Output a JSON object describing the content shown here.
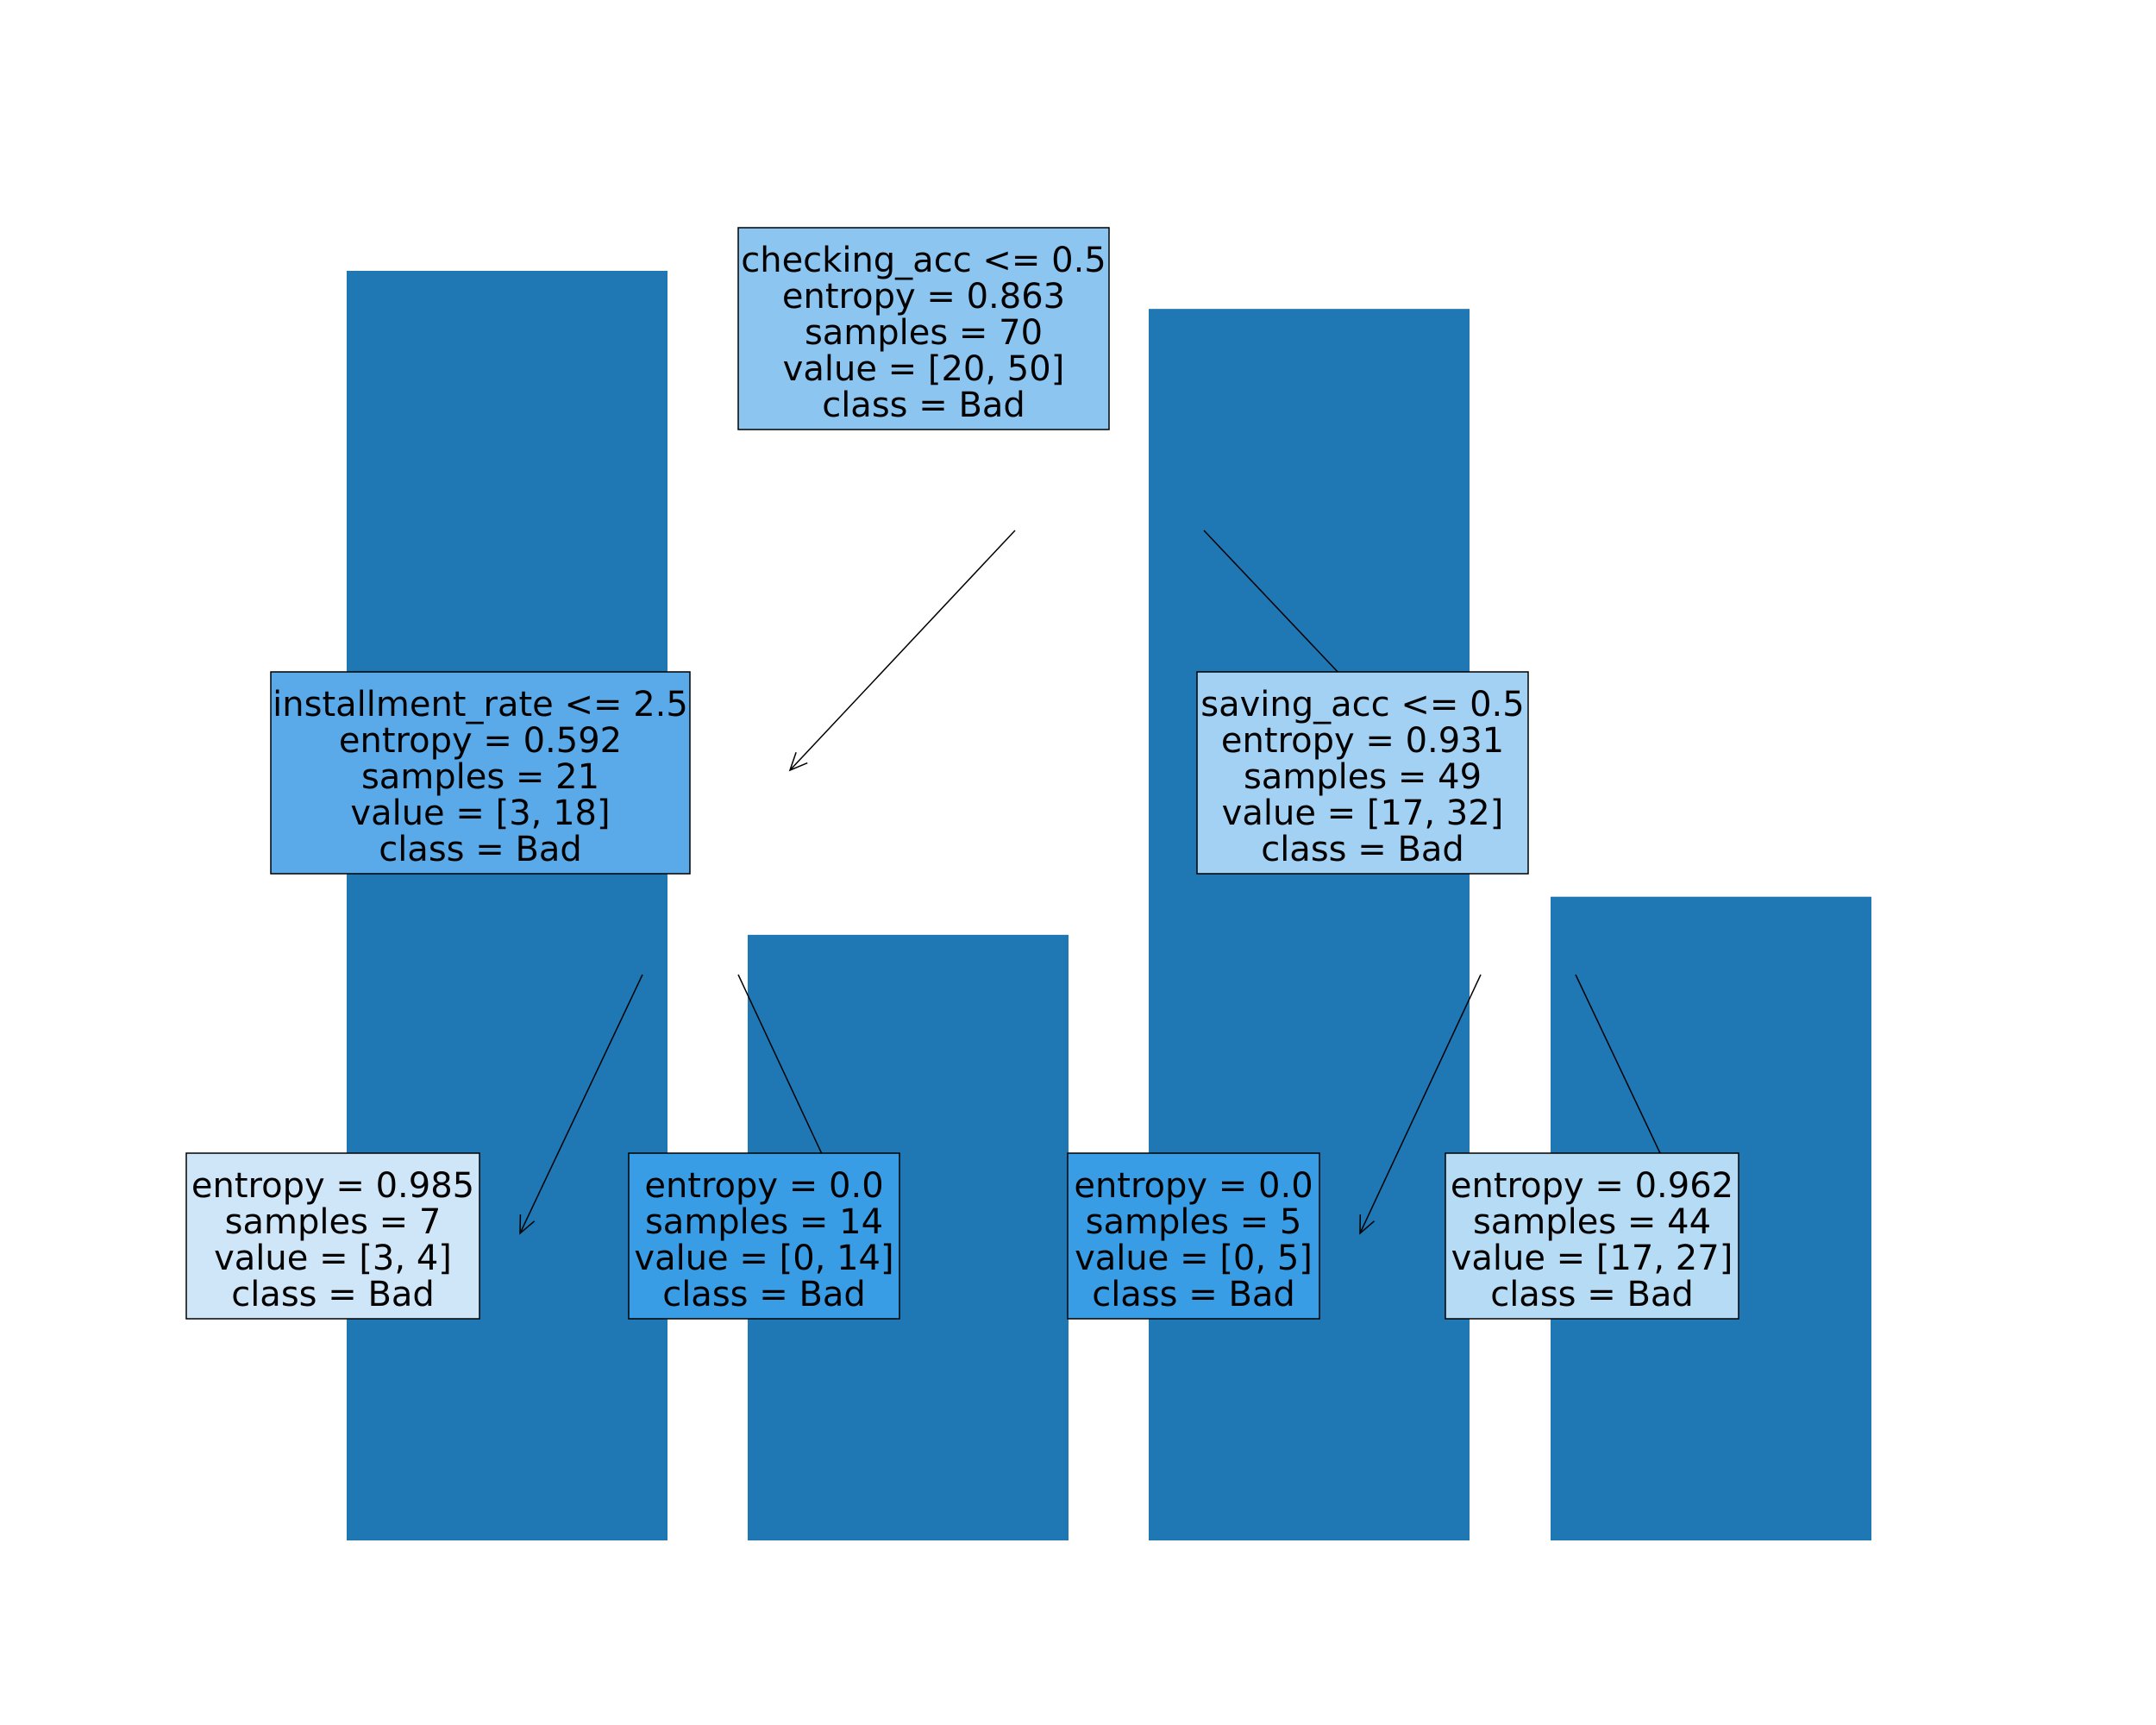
{
  "background_bars": {
    "color": "#1f77b4",
    "values": [
      1.0,
      0.477,
      0.97,
      0.507
    ]
  },
  "tree": {
    "nodes": [
      {
        "id": "root",
        "lines": [
          "checking_acc <= 0.5",
          "entropy = 0.863",
          "samples = 70",
          "value = [20, 50]",
          "class = Bad"
        ],
        "fill": "#8bc5f0"
      },
      {
        "id": "n1",
        "lines": [
          "installment_rate <= 2.5",
          "entropy = 0.592",
          "samples = 21",
          "value = [3, 18]",
          "class = Bad"
        ],
        "fill": "#5aaae9"
      },
      {
        "id": "n2",
        "lines": [
          "saving_acc <= 0.5",
          "entropy = 0.931",
          "samples = 49",
          "value = [17, 32]",
          "class = Bad"
        ],
        "fill": "#a2d1f3"
      },
      {
        "id": "n3",
        "lines": [
          "entropy = 0.985",
          "samples = 7",
          "value = [3, 4]",
          "class = Bad"
        ],
        "fill": "#cee6f8"
      },
      {
        "id": "n4",
        "lines": [
          "entropy = 0.0",
          "samples = 14",
          "value = [0, 14]",
          "class = Bad"
        ],
        "fill": "#399de5"
      },
      {
        "id": "n5",
        "lines": [
          "entropy = 0.0",
          "samples = 5",
          "value = [0, 5]",
          "class = Bad"
        ],
        "fill": "#399de5"
      },
      {
        "id": "n6",
        "lines": [
          "entropy = 0.962",
          "samples = 44",
          "value = [17, 27]",
          "class = Bad"
        ],
        "fill": "#b6dbf5"
      }
    ],
    "edges": [
      {
        "from": "root",
        "to": "n1"
      },
      {
        "from": "root",
        "to": "n2"
      },
      {
        "from": "n1",
        "to": "n3"
      },
      {
        "from": "n1",
        "to": "n4"
      },
      {
        "from": "n2",
        "to": "n5"
      },
      {
        "from": "n2",
        "to": "n6"
      }
    ]
  }
}
